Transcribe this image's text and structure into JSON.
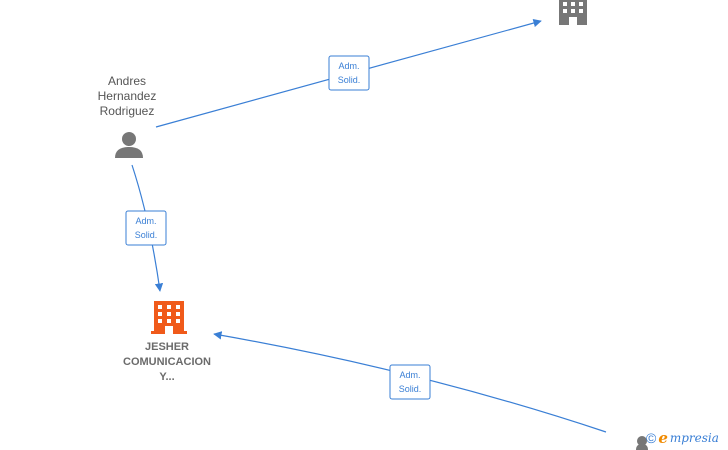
{
  "nodes": {
    "person": {
      "name_lines": [
        "Andres",
        "Hernandez",
        "Rodriguez"
      ],
      "icon": "person-icon"
    },
    "company_main": {
      "name_lines": [
        "JESHER",
        "COMUNICACION",
        "Y..."
      ],
      "icon": "building-icon",
      "color": "#f05a1a"
    },
    "company_top": {
      "icon": "building-icon",
      "color": "#777777"
    },
    "person_corner": {
      "icon": "person-icon",
      "color": "#777777"
    }
  },
  "edges": [
    {
      "from": "person",
      "to": "company_top",
      "label_lines": [
        "Adm.",
        "Solid."
      ]
    },
    {
      "from": "person",
      "to": "company_main",
      "label_lines": [
        "Adm.",
        "Solid."
      ]
    },
    {
      "from": "person_corner",
      "to": "company_main",
      "label_lines": [
        "Adm.",
        "Solid."
      ]
    }
  ],
  "colors": {
    "edge": "#3a7fd5",
    "node_gray": "#777777",
    "company_main": "#f05a1a"
  },
  "brand": {
    "copyright": "©",
    "initial": "e",
    "rest": "mpresia"
  }
}
